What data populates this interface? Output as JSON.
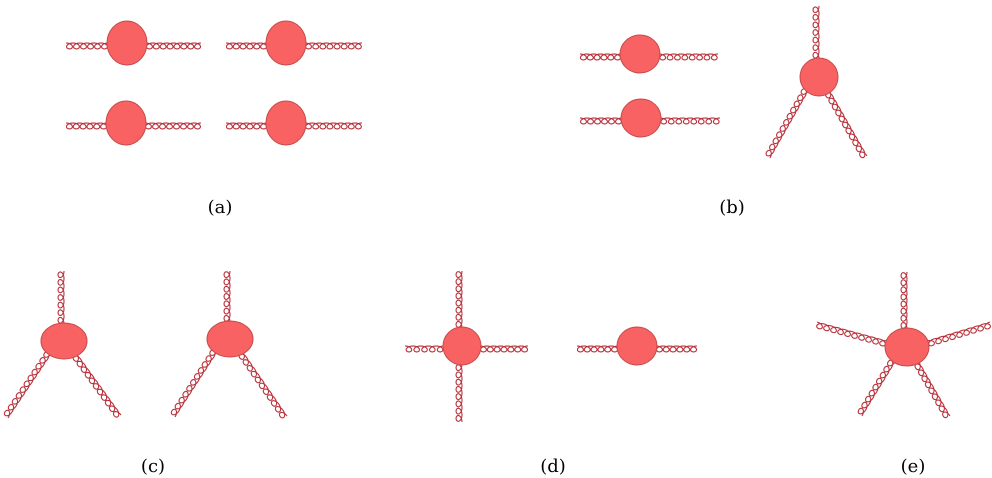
{
  "colors": {
    "blob_fill": "#f86262",
    "blob_stroke": "#c64a4a",
    "gluon": "#b9323b",
    "text": "#000000"
  },
  "panels": [
    {
      "id": "a",
      "label": "(a)"
    },
    {
      "id": "b",
      "label": "(b)"
    },
    {
      "id": "c",
      "label": "(c)"
    },
    {
      "id": "d",
      "label": "(d)"
    },
    {
      "id": "e",
      "label": "(e)"
    }
  ]
}
